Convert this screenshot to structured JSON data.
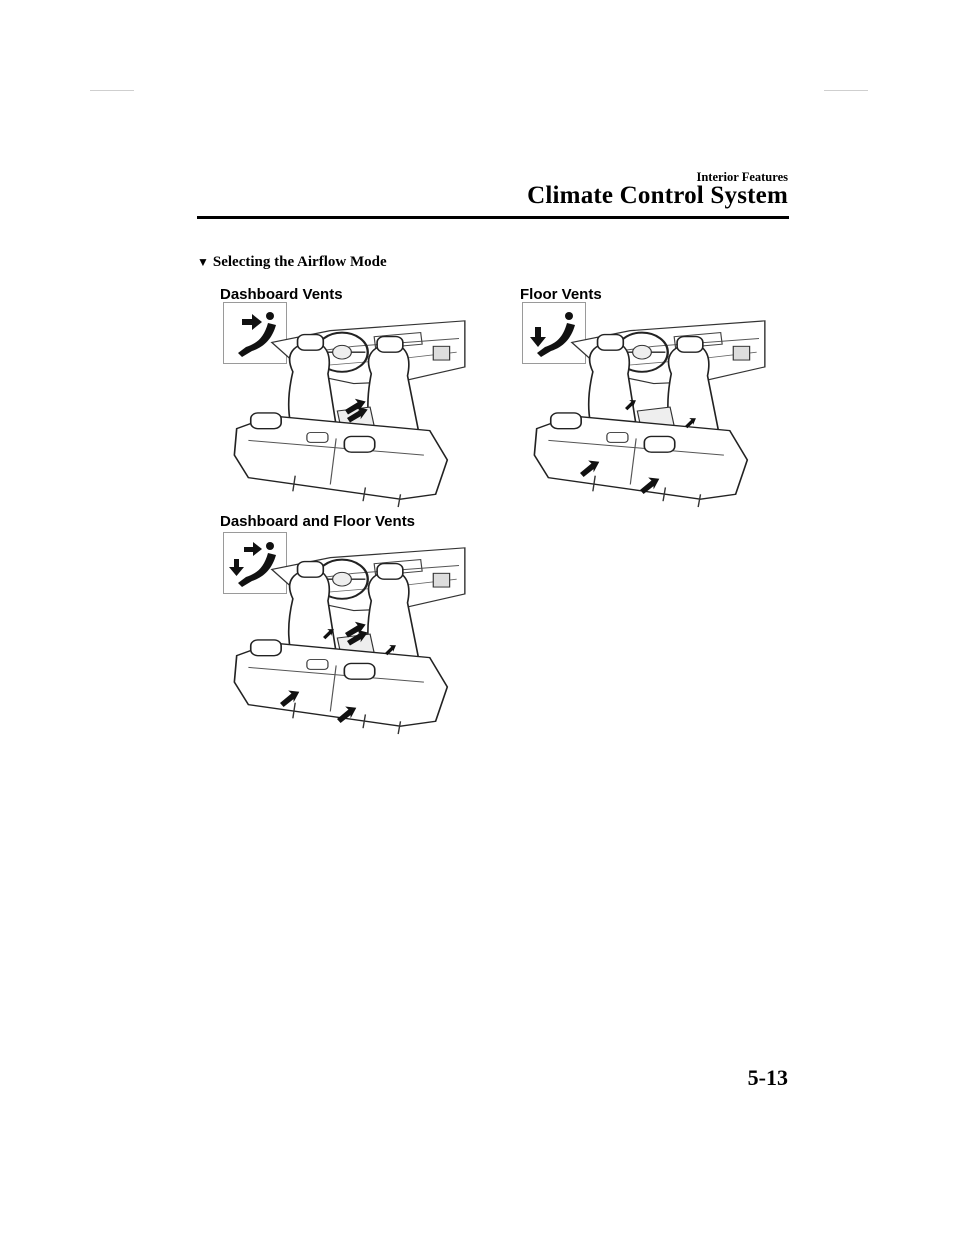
{
  "header": {
    "section": "Interior Features",
    "chapter_title": "Climate Control System"
  },
  "content": {
    "heading_marker": "▼",
    "heading": "Selecting the Airflow Mode",
    "figures": [
      {
        "label": "Dashboard Vents",
        "icon": "dashboard-vent-mode-icon"
      },
      {
        "label": "Floor Vents",
        "icon": "floor-vent-mode-icon"
      },
      {
        "label": "Dashboard and Floor Vents",
        "icon": "dashboard-floor-vent-mode-icon"
      }
    ]
  },
  "footer": {
    "page_number": "5-13"
  }
}
